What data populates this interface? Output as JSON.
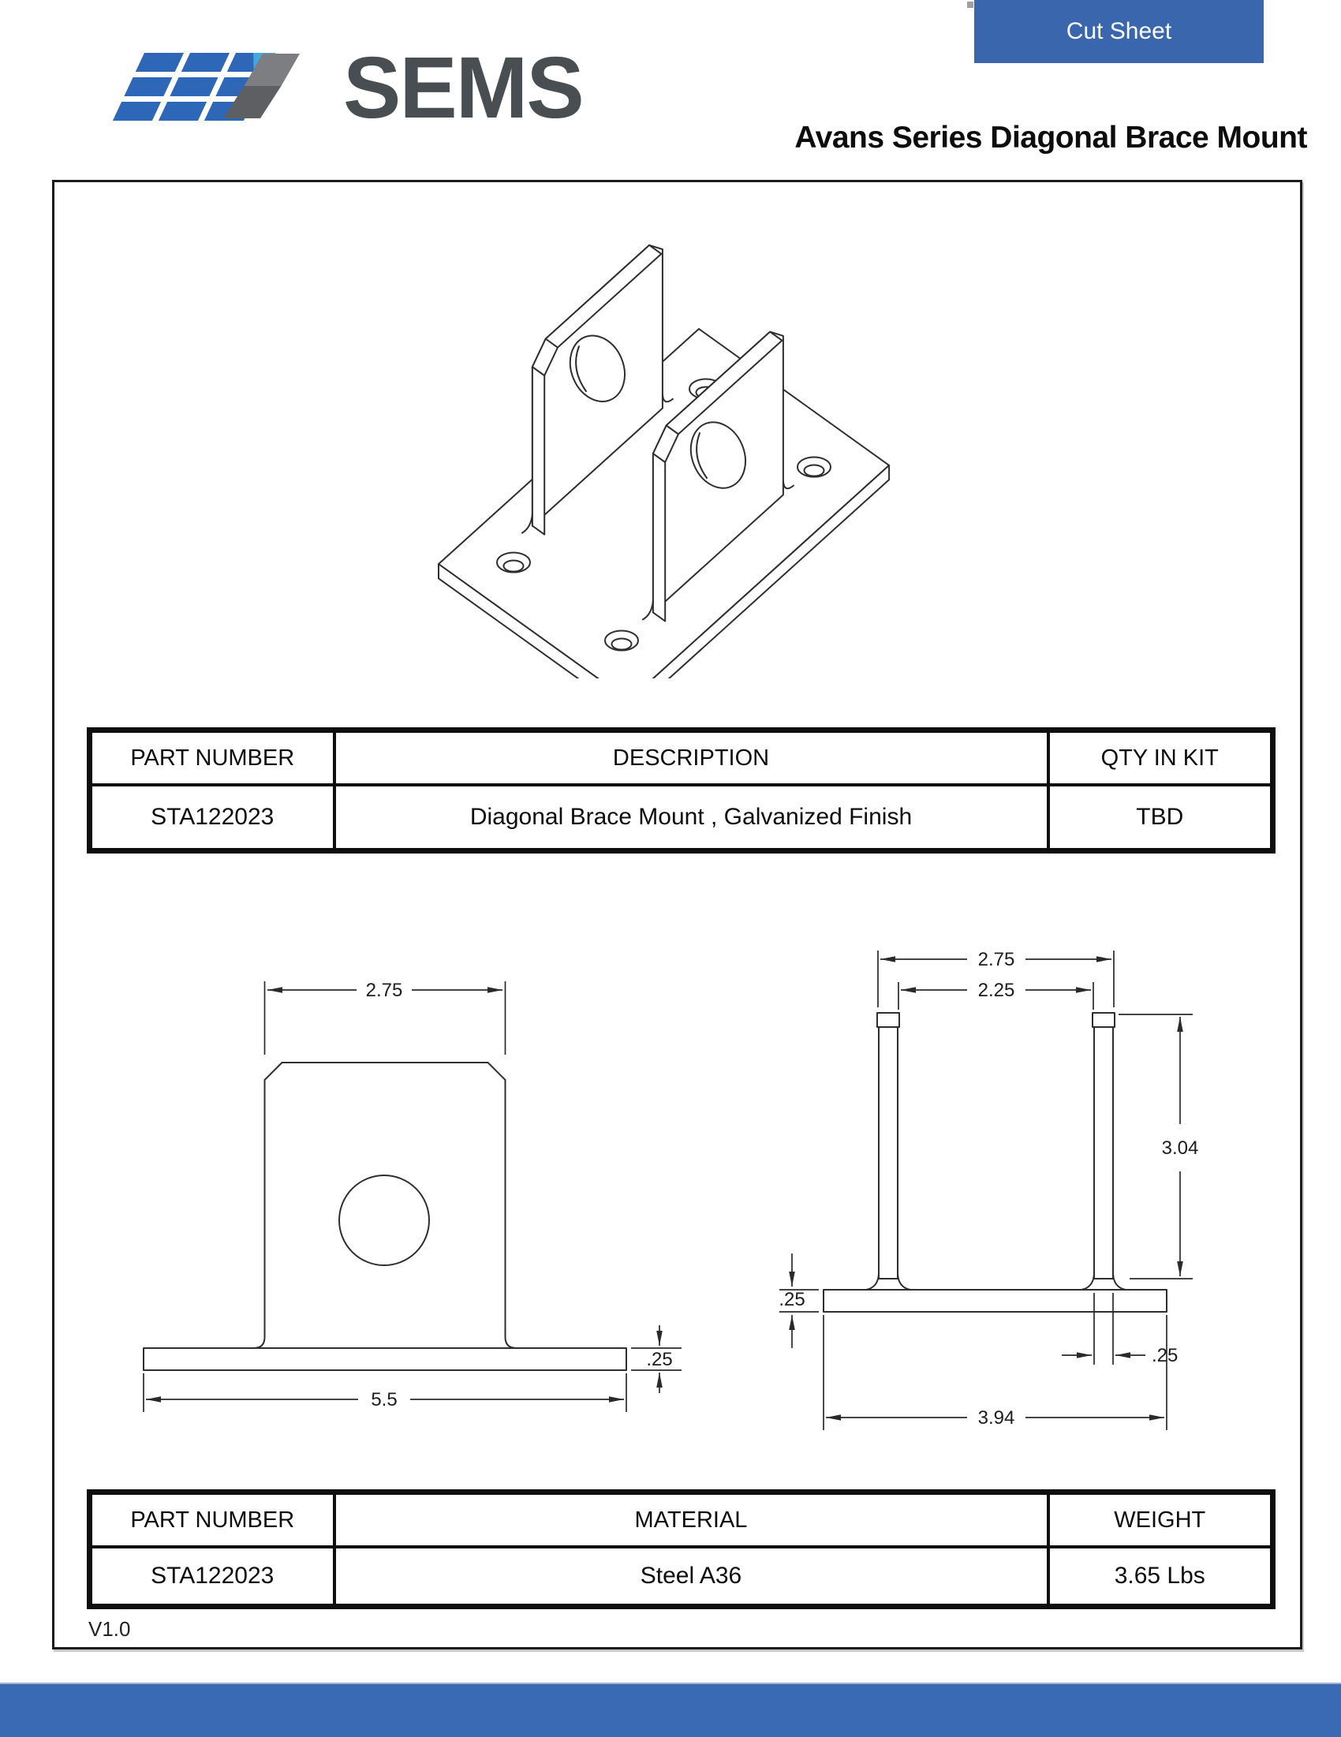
{
  "header": {
    "button_label": "Cut Sheet",
    "title": "Avans Series Diagonal Brace Mount",
    "brand_text": "SEMS"
  },
  "kit_table": {
    "headers": [
      "PART NUMBER",
      "DESCRIPTION",
      "QTY IN KIT"
    ],
    "rows": [
      [
        "STA122023",
        "Diagonal Brace Mount , Galvanized Finish",
        "TBD"
      ]
    ]
  },
  "spec_table": {
    "headers": [
      "PART NUMBER",
      "MATERIAL",
      "WEIGHT"
    ],
    "rows": [
      [
        "STA122023",
        "Steel A36",
        "3.65 Lbs"
      ]
    ]
  },
  "front_view": {
    "plate_width": "2.75",
    "base_width": "5.5",
    "base_thickness": ".25"
  },
  "side_view": {
    "outer_width": "2.75",
    "inner_width": "2.25",
    "plate_height": "3.04",
    "base_thickness": ".25",
    "plate_thickness": ".25",
    "base_width": "3.94"
  },
  "version_label": "V1.0",
  "colors": {
    "button_blue": "#3A66AD",
    "footer_blue": "#3A6AB3",
    "logo_panel_blue": "#2E66B8",
    "logo_accent_blue": "#41A8E0",
    "logo_slash_gray_top": "#7C7E81",
    "logo_slash_gray_bottom": "#5D5F62",
    "logo_text_gray": "#494E52",
    "drawing_line": "#2e2e2e"
  }
}
